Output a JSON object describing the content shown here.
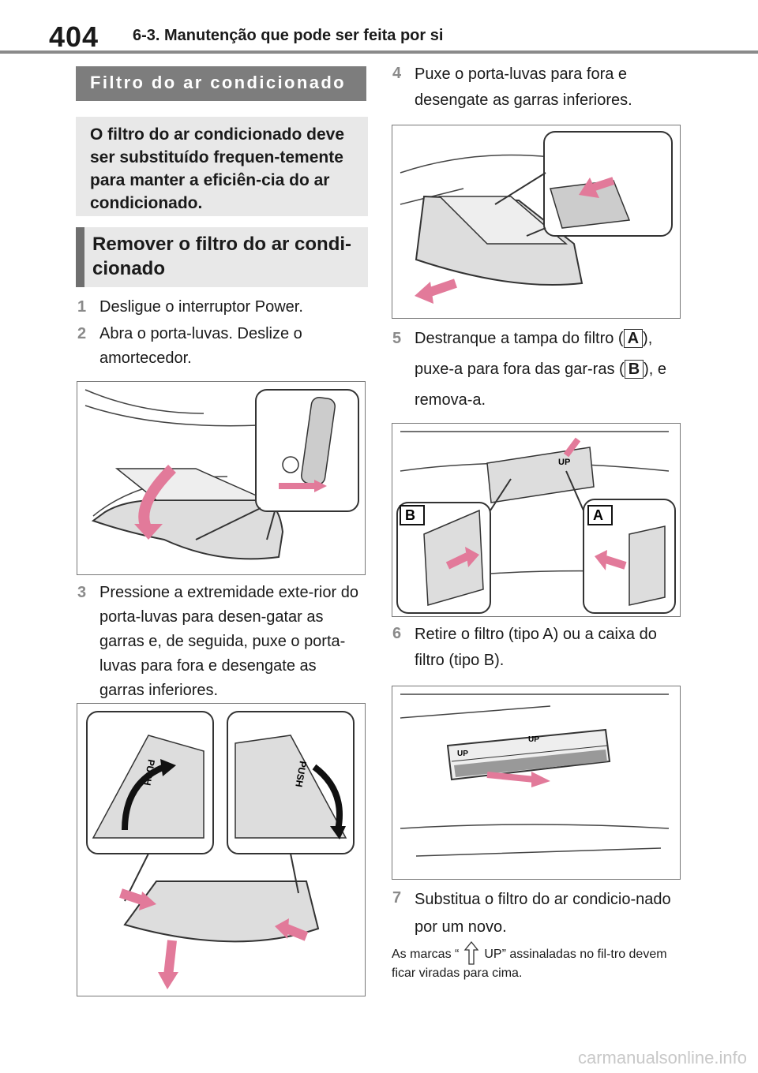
{
  "header": {
    "page_number": "404",
    "section_title": "6-3. Manutenção que pode ser feita por si"
  },
  "left": {
    "title_bar": "Filtro do ar condicionado",
    "intro": "O filtro do ar condicionado deve ser substituído frequen-temente para manter a eficiên-cia do ar condicionado.",
    "subhead": "Remover o filtro do ar condi-cionado",
    "steps": [
      {
        "num": "1",
        "text": "Desligue o interruptor Power."
      },
      {
        "num": "2",
        "text": "Abra o porta-luvas. Deslize o amortecedor."
      },
      {
        "num": "3",
        "text": "Pressione a extremidade exte-rior do porta-luvas para desen-gatar as garras e, de seguida, puxe o porta-luvas para fora e desengate as garras inferiores."
      }
    ],
    "figure3_labels": [
      "PUSH",
      "PUSH"
    ]
  },
  "right": {
    "step4": {
      "num": "4",
      "text": "Puxe o porta-luvas para fora e desengate as garras inferiores."
    },
    "step5": {
      "num": "5",
      "prefix": "Destranque a tampa do filtro (",
      "tag_a": "A",
      "middle": "), puxe-a para fora das gar-ras (",
      "tag_b": "B",
      "suffix": "), e remova-a."
    },
    "figure5_labels": {
      "a": "A",
      "b": "B",
      "up": "UP"
    },
    "step6": {
      "num": "6",
      "text": "Retire o filtro (tipo A) ou a caixa do filtro (tipo B)."
    },
    "figure6_labels": [
      "UP",
      "UP"
    ],
    "step7": {
      "num": "7",
      "text": "Substitua o filtro do ar condicio-nado por um novo."
    },
    "note_prefix": "As marcas “",
    "note_suffix": "UP” assinaladas no fil-tro devem ficar viradas para cima."
  },
  "watermark": "carmanualsonline.info",
  "colors": {
    "accent_gray": "#7d7d7d",
    "box_gray": "#e8e8e8",
    "arrow_pink": "#e27a9a"
  }
}
